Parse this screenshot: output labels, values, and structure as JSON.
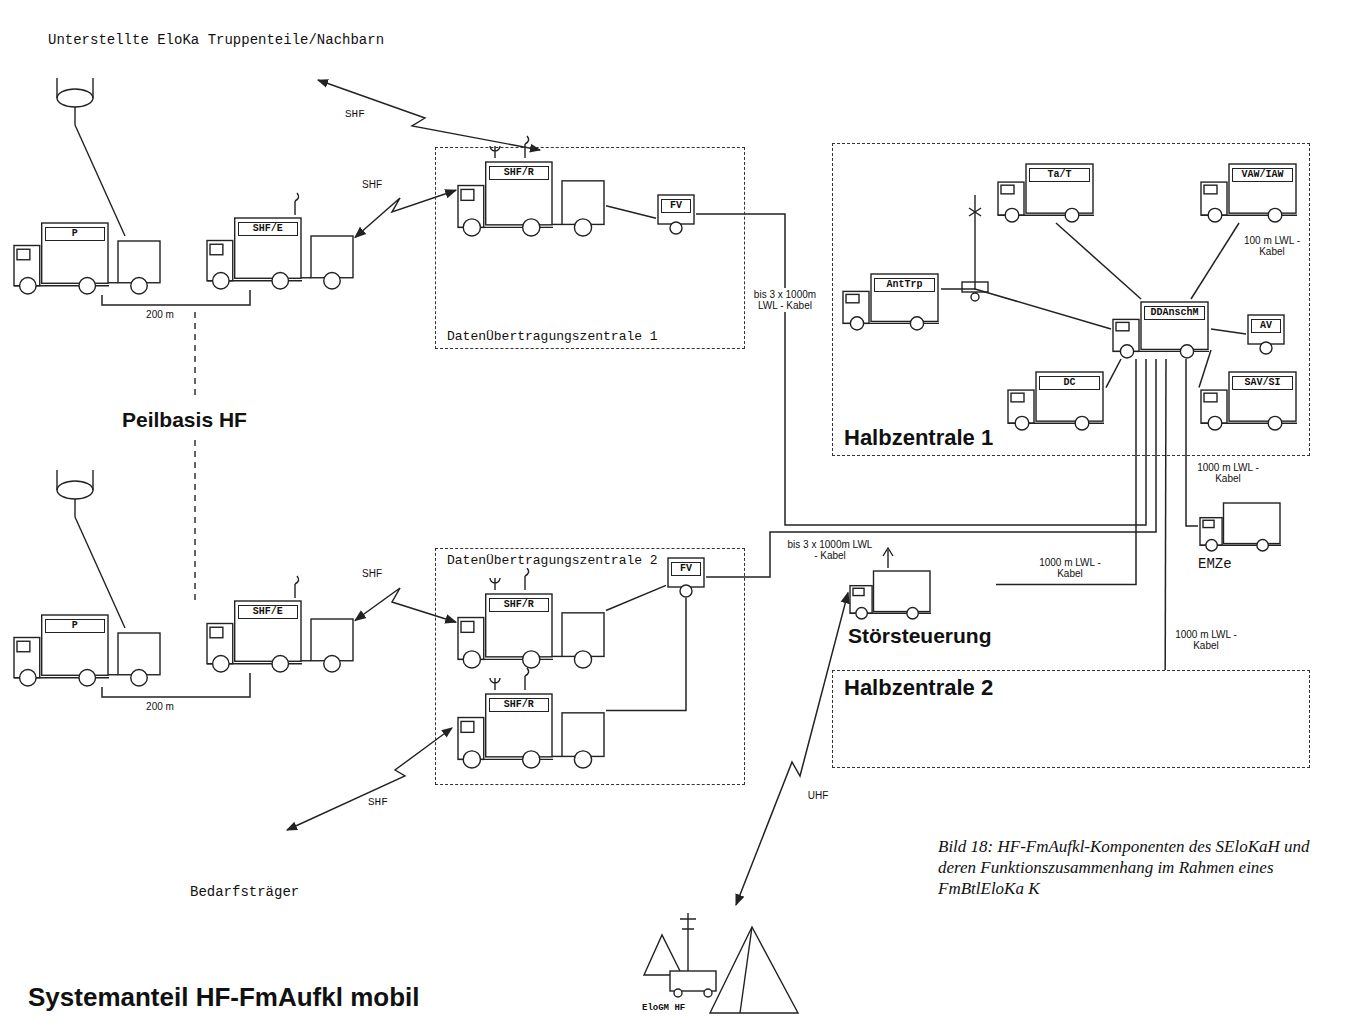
{
  "diagram": {
    "title": "Systemanteil HF-FmAufkl mobil",
    "caption": "Bild 18: HF-FmAufkl-Komponenten des SEloKaH und deren Funktionszusammenhang im Rahmen eines FmBtlEloKa K",
    "nodes": [
      {
        "text": [
          "DatenÜbertragungszentrale 1"
        ]
      },
      {
        "text": [
          "SHF/R"
        ],
        "in": 0
      },
      {
        "text": [
          "FV"
        ],
        "in": 0
      },
      {
        "text": [
          "Halbzentrale 1"
        ]
      },
      {
        "text": [
          "Ta/T"
        ],
        "in": 3
      },
      {
        "text": [
          "VAW/IAW"
        ],
        "in": 3
      },
      {
        "text": [
          "AntTrp"
        ],
        "in": 3
      },
      {
        "text": [
          "DDAnschM"
        ],
        "in": 3
      },
      {
        "text": [
          "AV"
        ],
        "in": 3
      },
      {
        "text": [
          "DC"
        ],
        "in": 3
      },
      {
        "text": [
          "SAV/SI"
        ],
        "in": 3
      },
      {
        "text": [
          "P"
        ]
      },
      {
        "text": [
          "SHF/E"
        ]
      },
      {
        "text": [
          "DatenÜbertragungszentrale 2"
        ]
      },
      {
        "text": [
          "FV"
        ],
        "in": 13
      },
      {
        "text": [
          "SHF/R"
        ],
        "in": 13
      },
      {
        "text": [
          "SHF/R"
        ],
        "in": 13
      },
      {
        "text": [
          "P"
        ]
      },
      {
        "text": [
          "SHF/E"
        ]
      },
      {
        "text": [
          "Halbzentrale 2"
        ]
      },
      {
        "text": [
          "Störsteuerung"
        ]
      },
      {
        "text": [
          "EMZe"
        ]
      },
      {
        "text": [
          "EloGM HF"
        ]
      }
    ],
    "edges": [
      {
        "from": 11,
        "to": 12,
        "label": "200 m",
        "arrow": "none"
      },
      {
        "from": 12,
        "to": 1,
        "label": "SHF",
        "arrow": "both"
      },
      {
        "from": 1,
        "to": 2,
        "arrow": "none"
      },
      {
        "from": 2,
        "to": 7,
        "label": "bis 3 x 1000m LWL - Kabel",
        "arrow": "none"
      },
      {
        "from": 14,
        "to": 7,
        "label": "bis 3 x 1000m LWL - Kabel",
        "arrow": "none"
      },
      {
        "from": 7,
        "to": 4,
        "arrow": "none"
      },
      {
        "from": 7,
        "to": 5,
        "label": "100 m LWL - Kabel",
        "arrow": "none"
      },
      {
        "from": 7,
        "to": 8,
        "arrow": "none"
      },
      {
        "from": 7,
        "to": 9,
        "arrow": "none"
      },
      {
        "from": 7,
        "to": 10,
        "arrow": "none"
      },
      {
        "from": 6,
        "to": 7,
        "arrow": "none"
      },
      {
        "from": 7,
        "to": 21,
        "label": "1000 m LWL - Kabel",
        "arrow": "none"
      },
      {
        "from": 7,
        "to": 20,
        "label": "1000 m LWL - Kabel",
        "arrow": "none"
      },
      {
        "from": 7,
        "to": 19,
        "label": "1000 m LWL - Kabel",
        "arrow": "none"
      },
      {
        "from": 17,
        "to": 18,
        "label": "200 m",
        "arrow": "none"
      },
      {
        "from": 18,
        "to": 15,
        "label": "SHF",
        "arrow": "both"
      },
      {
        "from": 15,
        "to": 14,
        "arrow": "none"
      },
      {
        "from": 16,
        "to": 14,
        "arrow": "none"
      },
      {
        "from": 22,
        "to": 20,
        "label": "UHF",
        "arrow": "both"
      }
    ],
    "labels": [
      "Unterstellte EloKa Truppenteile/Nachbarn",
      "SHF",
      "Peilbasis HF",
      "SHF",
      "Bedarfsträger"
    ]
  }
}
